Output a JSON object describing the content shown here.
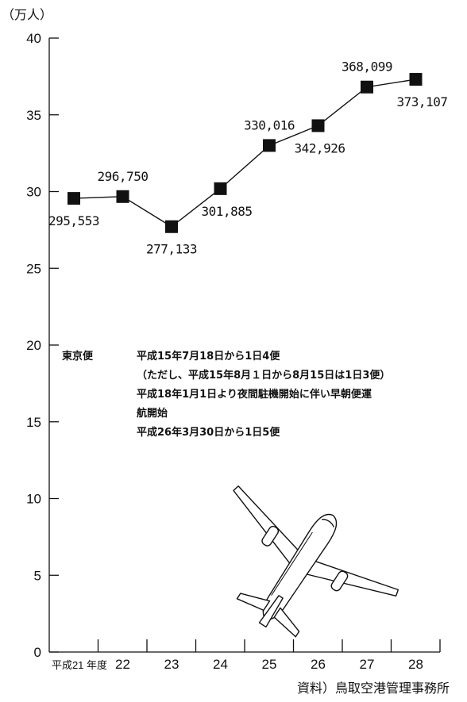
{
  "chart_data": {
    "type": "line",
    "unit_label": "（万人）",
    "categories": [
      "平成21 年度",
      "22",
      "23",
      "24",
      "25",
      "26",
      "27",
      "28"
    ],
    "values": [
      29.5553,
      29.675,
      27.7133,
      30.1885,
      33.0016,
      34.2926,
      36.8099,
      37.3107
    ],
    "data_labels": [
      "295,553",
      "296,750",
      "277,133",
      "301,885",
      "330,016",
      "342,926",
      "368,099",
      "373,107"
    ],
    "yticks": [
      0,
      5,
      10,
      15,
      20,
      25,
      30,
      35,
      40
    ],
    "ylim": [
      0,
      40
    ],
    "grid": false,
    "marker": "square",
    "line_color": "#111111"
  },
  "notes": {
    "heading": "東京便",
    "lines": [
      "平成15年7月18日から1日4便",
      "（ただし、平成15年8月１日から8月15日は1日3便）",
      "平成18年1月1日より夜間駐機開始に伴い早朝便運",
      "航開始",
      "平成26年3月30日から1日5便"
    ]
  },
  "source": "資料）鳥取空港管理事務所",
  "illustration_icon": "airplane-icon"
}
